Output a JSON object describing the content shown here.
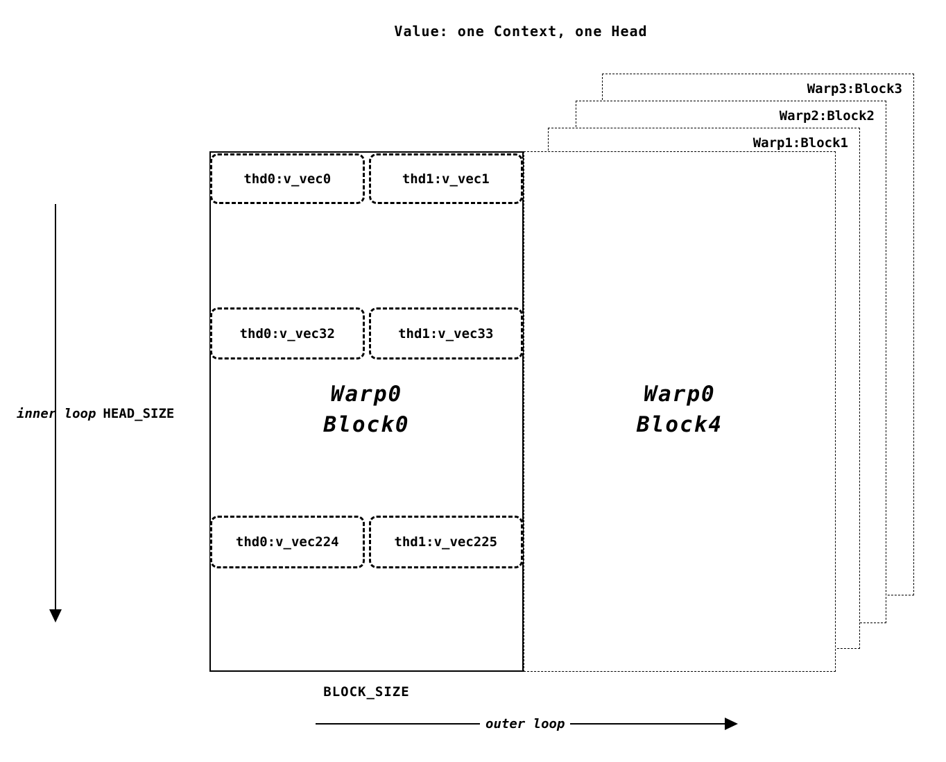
{
  "title": "Value: one Context, one Head",
  "main_block": {
    "label_line1": "Warp0",
    "label_line2": "Block0",
    "rows": [
      {
        "cells": [
          "thd0:v_vec0",
          "thd1:v_vec1"
        ]
      },
      {
        "cells": [
          "thd0:v_vec32",
          "thd1:v_vec33"
        ]
      },
      {
        "cells": [
          "thd0:v_vec224",
          "thd1:v_vec225"
        ]
      }
    ]
  },
  "front_dashed_block": {
    "label_line1": "Warp0",
    "label_line2": "Block4"
  },
  "back_blocks": [
    {
      "label": "Warp1:Block1"
    },
    {
      "label": "Warp2:Block2"
    },
    {
      "label": "Warp3:Block3"
    }
  ],
  "axes": {
    "inner_loop_label": "inner loop",
    "inner_loop_size": "HEAD_SIZE",
    "block_size_label": "BLOCK_SIZE",
    "outer_loop_label": "outer loop"
  },
  "colors": {
    "line": "#000000",
    "background": "#ffffff"
  }
}
